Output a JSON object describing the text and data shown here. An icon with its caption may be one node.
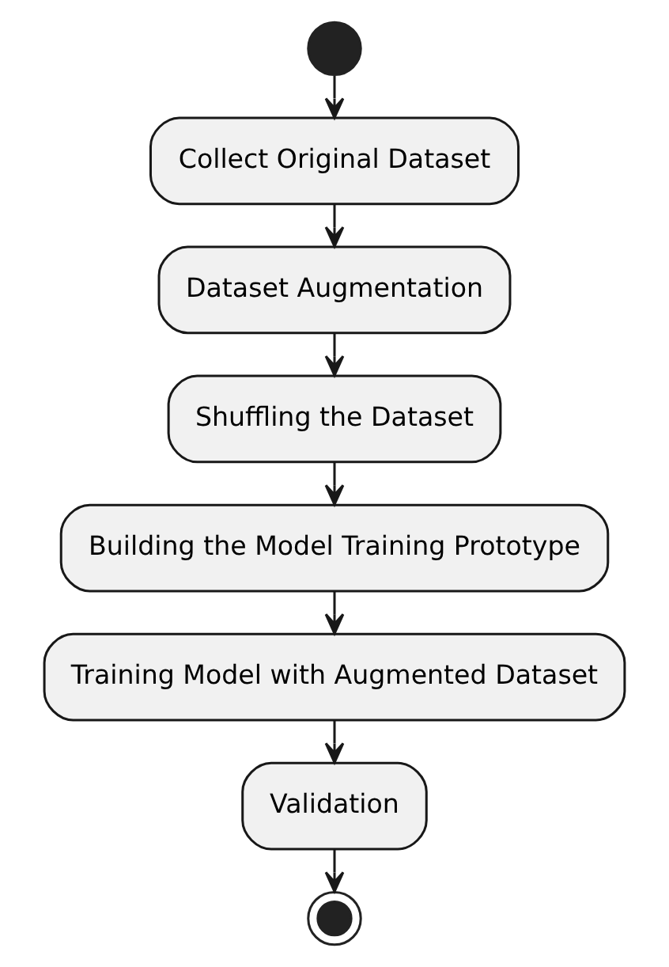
{
  "diagram": {
    "nodes": [
      {
        "text": [],
        "shape": "circle"
      },
      {
        "text": [
          "Collect Original Dataset"
        ]
      },
      {
        "text": [
          "Dataset Augmentation"
        ]
      },
      {
        "text": [
          "Shuffling the Dataset"
        ]
      },
      {
        "text": [
          "Building the Model Training Prototype"
        ]
      },
      {
        "text": [
          "Training Model with Augmented Dataset"
        ]
      },
      {
        "text": [
          "Validation"
        ]
      },
      {
        "text": [],
        "shape": "circle"
      }
    ],
    "edges": [
      {
        "from": 0,
        "to": 1,
        "arrow": "to"
      },
      {
        "from": 1,
        "to": 2,
        "arrow": "to"
      },
      {
        "from": 2,
        "to": 3,
        "arrow": "to"
      },
      {
        "from": 3,
        "to": 4,
        "arrow": "to"
      },
      {
        "from": 4,
        "to": 5,
        "arrow": "to"
      },
      {
        "from": 5,
        "to": 6,
        "arrow": "to"
      },
      {
        "from": 6,
        "to": 7,
        "arrow": "to"
      }
    ]
  }
}
